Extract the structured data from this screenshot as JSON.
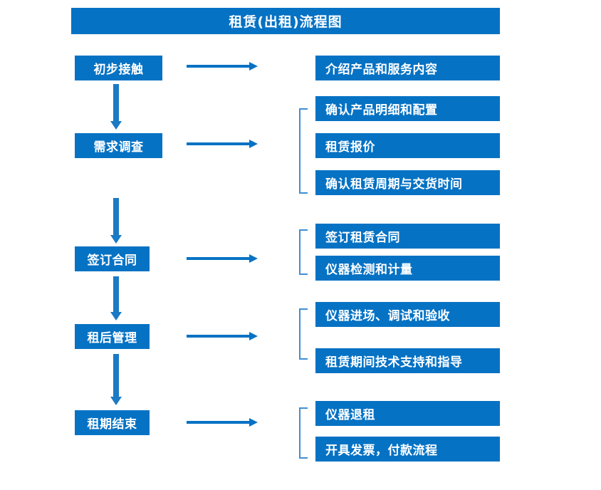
{
  "diagram": {
    "title": "租赁(出租)流程图",
    "theme_color": "#0672C4",
    "bracket_color": "#3F8FD2",
    "arrow_color": "#0672C4",
    "text_color": "#FFFFFF"
  },
  "stages": [
    {
      "label": "初步接触",
      "arrow": "right-arrow",
      "bracket": false,
      "details": [
        "介绍产品和服务内容"
      ]
    },
    {
      "label": "需求调查",
      "arrow": "right-arrow",
      "bracket": true,
      "details": [
        "确认产品明细和配置",
        "租赁报价",
        "确认租赁周期与交货时间"
      ]
    },
    {
      "label": "签订合同",
      "arrow": "right-arrow",
      "bracket": true,
      "details": [
        "签订租赁合同",
        "仪器检测和计量"
      ]
    },
    {
      "label": "租后管理",
      "arrow": "right-arrow",
      "bracket": true,
      "details": [
        "仪器进场、调试和验收",
        "租赁期间技术支持和指导"
      ]
    },
    {
      "label": "租期结束",
      "arrow": "right-arrow",
      "bracket": true,
      "details": [
        "仪器退租",
        "开具发票，付款流程"
      ]
    }
  ],
  "connectors": {
    "down_arrow_count": 4,
    "right_arrow_count": 5
  }
}
